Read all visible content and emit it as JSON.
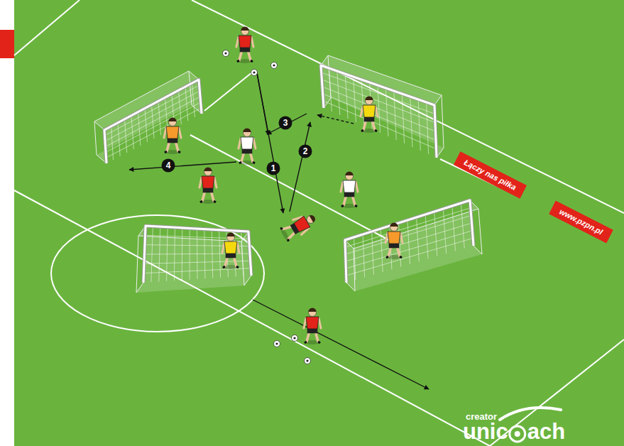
{
  "diagram": {
    "nodes": [
      {
        "text": [
          "1"
        ]
      },
      {
        "text": [
          "2"
        ]
      },
      {
        "text": [
          "3"
        ]
      },
      {
        "text": [
          "4"
        ]
      },
      {
        "text": [
          "Łączy nas piłka"
        ]
      },
      {
        "text": [
          "www.pzpn.pl"
        ]
      }
    ],
    "labels": [
      "creator",
      "unic",
      "ach"
    ]
  }
}
